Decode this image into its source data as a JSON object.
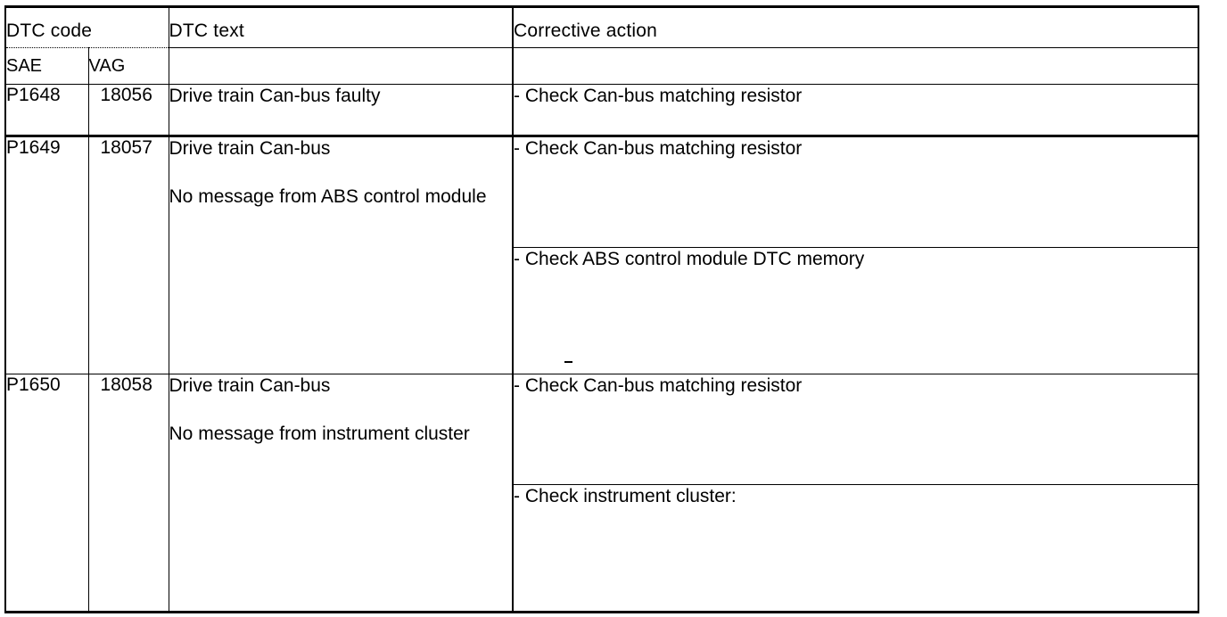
{
  "table": {
    "headers": {
      "dtc_code": "DTC code",
      "dtc_text": "DTC text",
      "corrective_action": "Corrective action",
      "sae": "SAE",
      "vag": "VAG",
      "dtc_text_sub": "",
      "corrective_action_sub": ""
    },
    "rows": [
      {
        "sae": "P1648",
        "vag": "18056",
        "dtc_text_lines": [
          "Drive train Can-bus faulty"
        ],
        "actions": [
          "- Check Can-bus matching resistor"
        ]
      },
      {
        "sae": "P1649",
        "vag": "18057",
        "dtc_text_lines": [
          "Drive train Can-bus",
          "No message from ABS control module"
        ],
        "actions": [
          "- Check Can-bus matching resistor",
          "- Check ABS control module DTC memory"
        ]
      },
      {
        "sae": "P1650",
        "vag": "18058",
        "dtc_text_lines": [
          "Drive train Can-bus",
          "No message from instrument cluster"
        ],
        "actions": [
          "- Check Can-bus matching resistor",
          "- Check instrument cluster:"
        ]
      }
    ]
  },
  "colors": {
    "rule": "#000000",
    "background": "#ffffff",
    "text": "#000000"
  }
}
